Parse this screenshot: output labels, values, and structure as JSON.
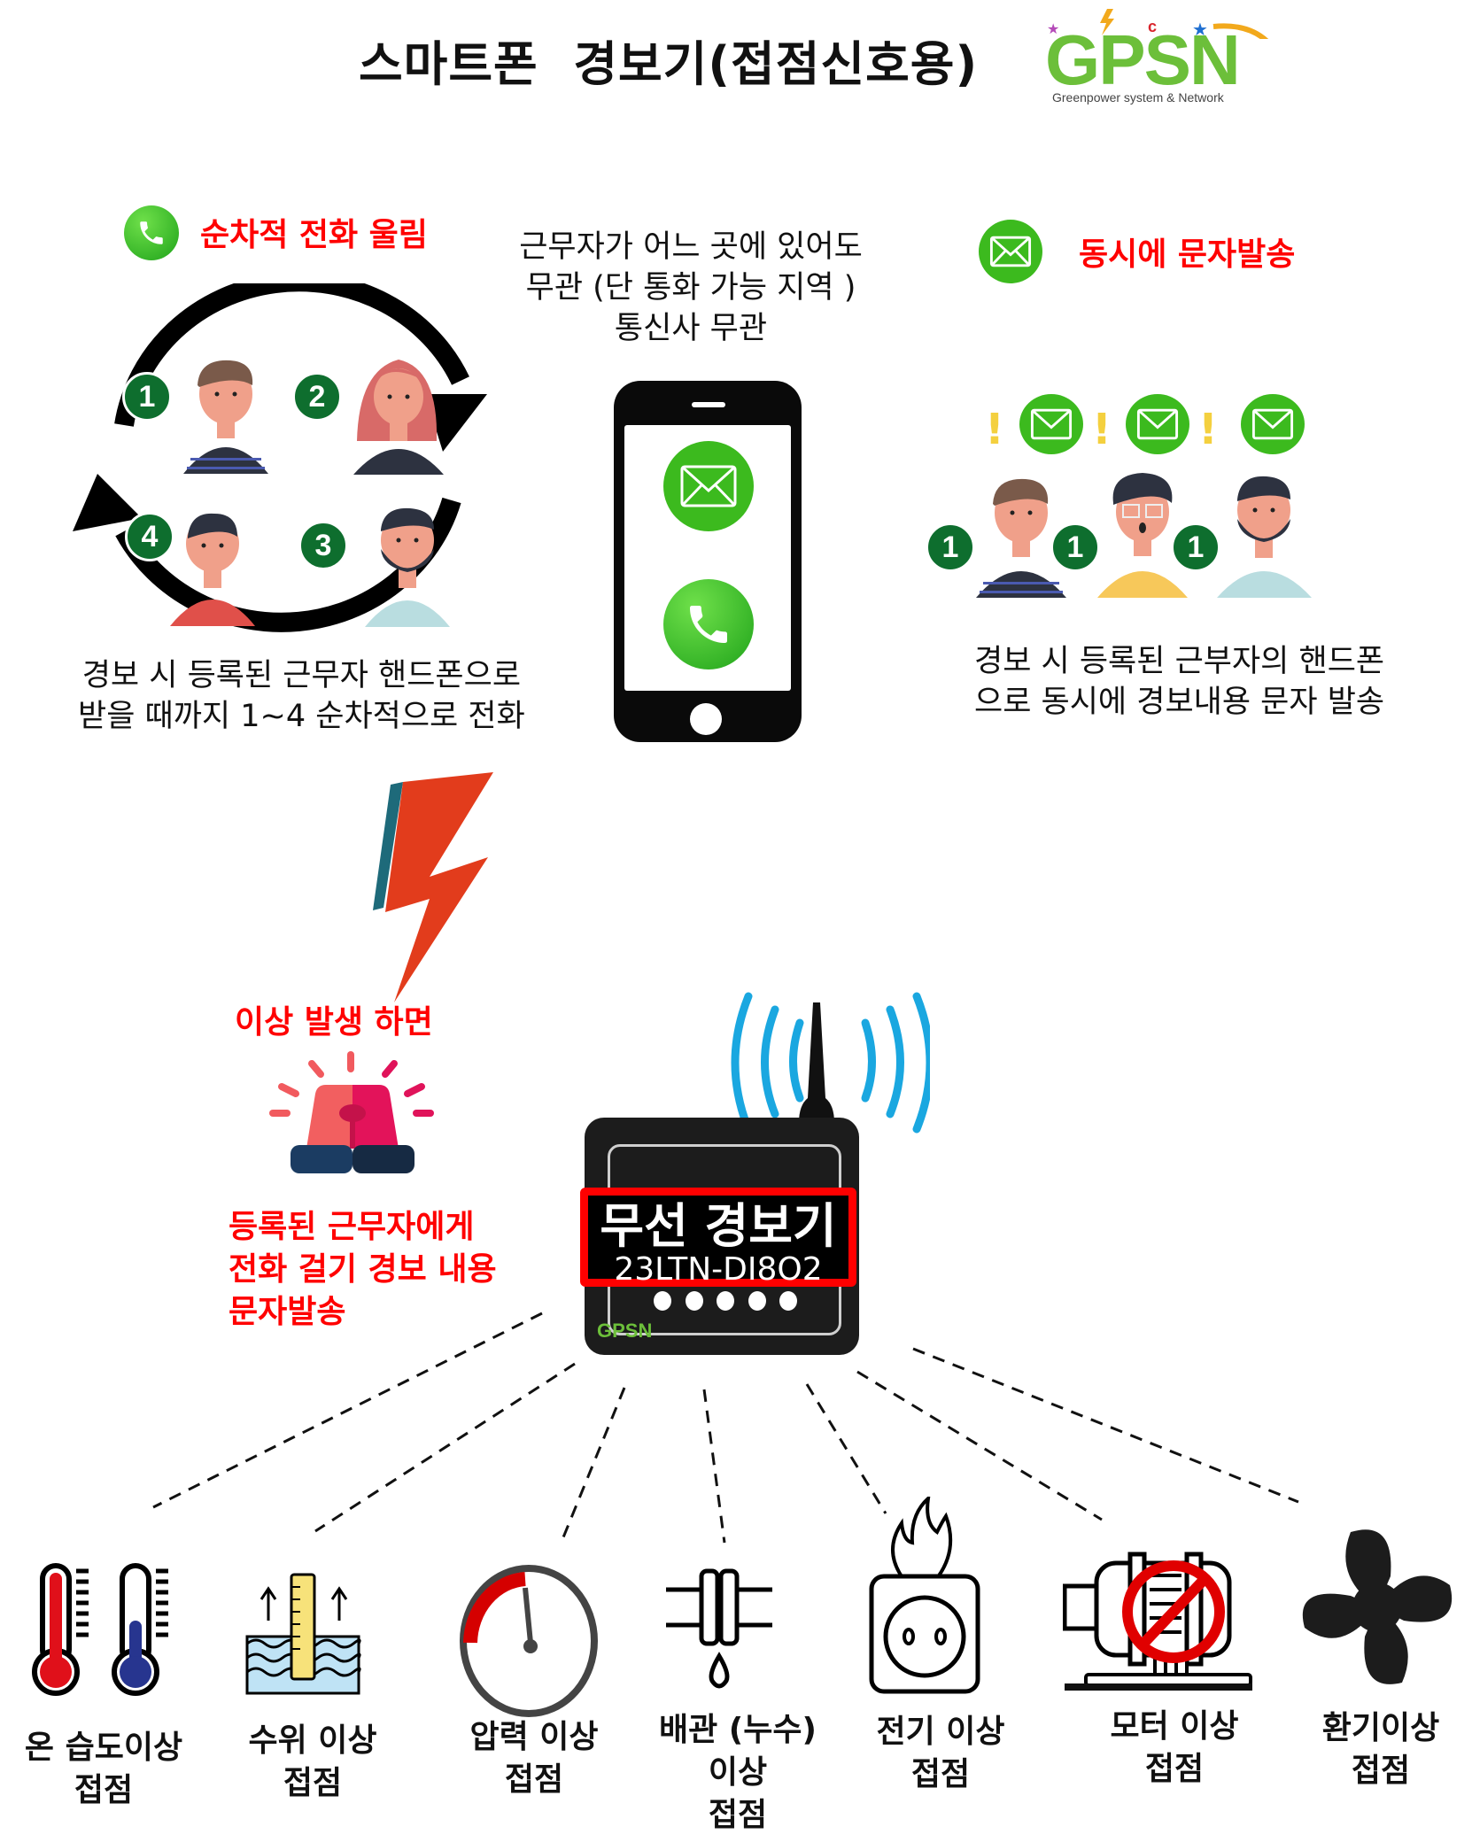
{
  "header": {
    "title": "스마트폰  경보기(접점신호용)",
    "logo": {
      "text": "GPSN",
      "subtitle": "Greenpower system & Network"
    }
  },
  "sequential_call": {
    "heading": "순차적 전화 울림",
    "icon": "phone-icon",
    "persons": [
      {
        "number": "1"
      },
      {
        "number": "2"
      },
      {
        "number": "3"
      },
      {
        "number": "4"
      }
    ],
    "description": [
      "경보 시 등록된 근무자 핸드폰으로",
      "받을 때까지 1~4 순차적으로 전화"
    ]
  },
  "center_note": {
    "lines": [
      "근무자가  어느 곳에 있어도",
      "무관 (단 통화 가능 지역 )",
      "통신사 무관"
    ],
    "phone_icons": [
      "message-icon",
      "call-icon"
    ]
  },
  "simultaneous_sms": {
    "heading": "동시에 문자발송",
    "icon": "envelope-icon",
    "persons": [
      {
        "number": "1"
      },
      {
        "number": "1"
      },
      {
        "number": "1"
      }
    ],
    "description": [
      "경보 시 등록된 근부자의 핸드폰",
      "으로 동시에 경보내용 문자 발송"
    ]
  },
  "alarm": {
    "trigger_label": "이상 발생 하면",
    "action_lines": [
      "등록된 근무자에게",
      "전화 걸기 경보 내용",
      "문자발송"
    ]
  },
  "device": {
    "name": "무선 경보기",
    "model": "23LTN-DI8O2",
    "brand": "GPSN"
  },
  "sensors": [
    {
      "icon": "thermometer-icon",
      "lines": [
        "온 습도이상",
        "접점"
      ]
    },
    {
      "icon": "water-level-icon",
      "lines": [
        "수위 이상",
        "접점"
      ]
    },
    {
      "icon": "pressure-gauge-icon",
      "lines": [
        "압력 이상",
        "접점"
      ]
    },
    {
      "icon": "pipe-leak-icon",
      "lines": [
        "배관 (누수)",
        "이상",
        "접점"
      ]
    },
    {
      "icon": "electric-outlet-fire-icon",
      "lines": [
        "전기 이상",
        "접점"
      ]
    },
    {
      "icon": "motor-icon",
      "lines": [
        "모터 이상",
        "접점"
      ]
    },
    {
      "icon": "fan-icon",
      "lines": [
        "환기이상",
        "접점"
      ]
    }
  ],
  "colors": {
    "accent_red": "#ff0000",
    "green": "#3cba1e",
    "badge_green": "#0e6e2e",
    "wifi_blue": "#1aa7e0",
    "bolt_orange": "#e23c1c"
  }
}
